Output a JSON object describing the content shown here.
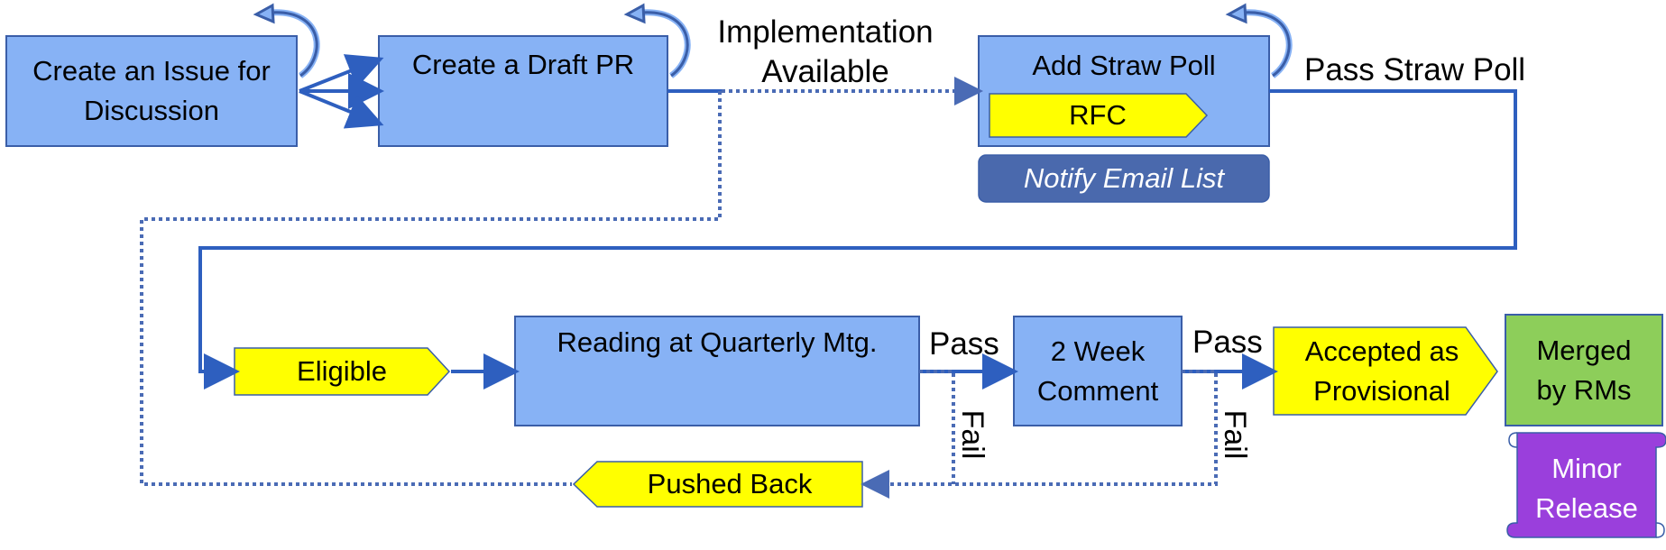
{
  "colors": {
    "process_fill": "#87b2f5",
    "process_stroke": "#3a5ea8",
    "tag_fill": "#ffff00",
    "tag_stroke": "#3a5ea8",
    "connector": "#2e5fbf",
    "dotted": "#4a6bb5",
    "notify_fill": "#4a69ad",
    "merged_fill": "#8dce5a",
    "release_fill": "#9a3fdc"
  },
  "nodes": {
    "create_issue": "Create an Issue for\nDiscussion",
    "draft_pr": "Create a Draft PR",
    "straw_poll": "Add Straw Poll",
    "rfc": "RFC",
    "notify": "Notify Email List",
    "eligible": "Eligible",
    "reading": "Reading at Quarterly Mtg.",
    "comment": "2 Week\nComment",
    "accepted": "Accepted as\nProvisional",
    "merged": "Merged\nby RMs",
    "release": "Minor\nRelease",
    "pushed_back": "Pushed Back"
  },
  "edge_labels": {
    "implementation": "Implementation\nAvailable",
    "pass_straw": "Pass Straw Poll",
    "pass1": "Pass",
    "pass2": "Pass",
    "fail1": "Fail",
    "fail2": "Fail"
  },
  "icons": {
    "loop1": "curved-arrow-icon",
    "loop2": "curved-arrow-icon",
    "loop3": "curved-arrow-icon"
  }
}
